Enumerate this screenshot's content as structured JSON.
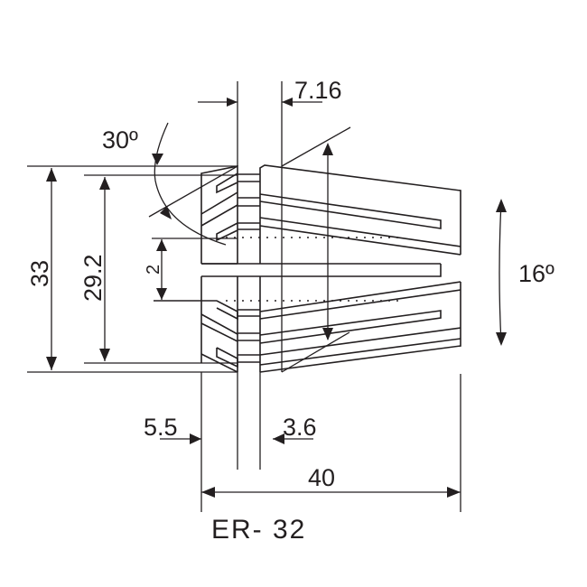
{
  "drawing": {
    "title": "ER- 32",
    "subject": "ER32 collet cross-section",
    "line_color": "#231f20",
    "background": "#ffffff"
  },
  "dimensions": {
    "overall_diameter": "33",
    "front_diameter": "29.2",
    "slot_width": "2",
    "top_offset": "7.16",
    "front_angle": "30º",
    "taper_angle": "16º",
    "front_lip": "5.5",
    "bore_offset": "3.6",
    "overall_length": "40"
  }
}
